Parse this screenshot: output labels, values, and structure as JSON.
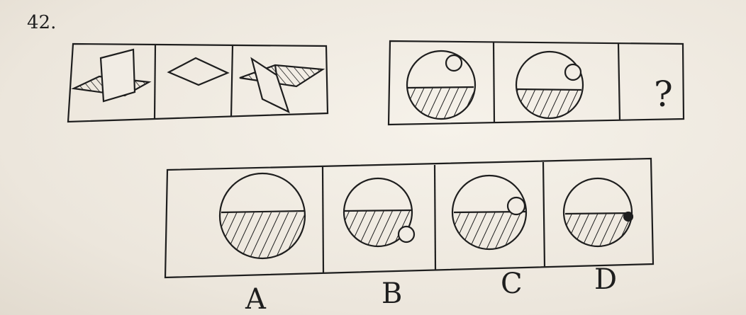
{
  "question": {
    "number": "42.",
    "missing_mark": "?"
  },
  "options": [
    {
      "label": "A"
    },
    {
      "label": "B"
    },
    {
      "label": "C"
    },
    {
      "label": "D"
    }
  ],
  "colors": {
    "paper": "#f1ece4",
    "ink": "#1e1e1e"
  }
}
